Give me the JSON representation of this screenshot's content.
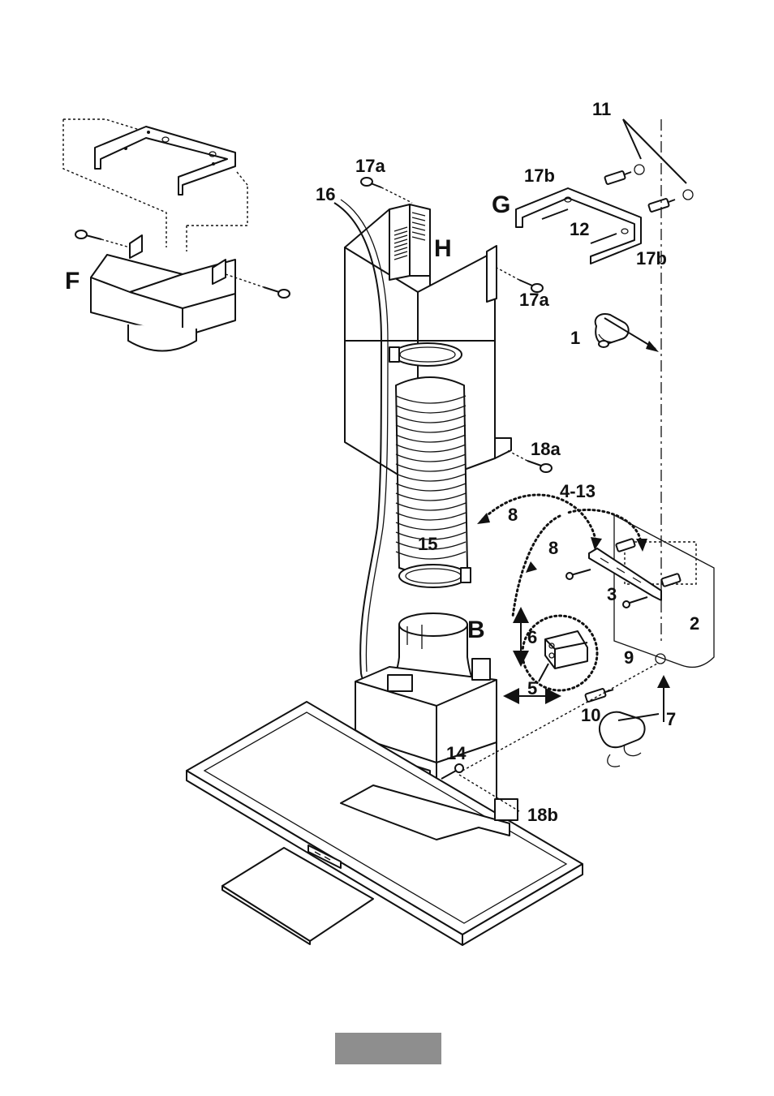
{
  "labels": {
    "l11": "11",
    "l17a_top": "17a",
    "l17b_top": "17b",
    "l16": "16",
    "lG": "G",
    "lH": "H",
    "l12": "12",
    "l17b_bottom": "17b",
    "lF": "F",
    "l17a_right": "17a",
    "l1": "1",
    "l18a": "18a",
    "l4_13": "4-13",
    "l8_top": "8",
    "l8_bottom": "8",
    "l15": "15",
    "l3": "3",
    "l2": "2",
    "lB": "B",
    "l6": "6",
    "l9": "9",
    "l5": "5",
    "l10": "10",
    "l7": "7",
    "l14": "14",
    "l18b": "18b"
  }
}
